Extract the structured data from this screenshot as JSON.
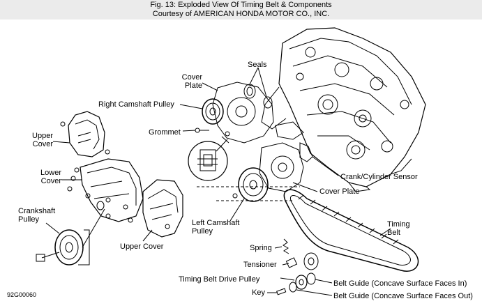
{
  "header": {
    "title": "Fig. 13: Exploded View Of Timing Belt & Components",
    "courtesy": "Courtesy of AMERICAN HONDA MOTOR CO., INC."
  },
  "labels": {
    "seals": "Seals",
    "cover_plate_top_line1": "Cover",
    "cover_plate_top_line2": "Plate",
    "right_camshaft_pulley": "Right Camshaft Pulley",
    "grommet": "Grommet",
    "upper_cover_left_line1": "Upper",
    "upper_cover_left_line2": "Cover",
    "lower_cover_line1": "Lower",
    "lower_cover_line2": "Cover",
    "crankshaft_pulley_line1": "Crankshaft",
    "crankshaft_pulley_line2": "Pulley",
    "upper_cover_bottom": "Upper Cover",
    "crank_cylinder_sensor": "Crank/Cylinder Sensor",
    "cover_plate_right": "Cover Plate",
    "left_camshaft_pulley_line1": "Left Camshaft",
    "left_camshaft_pulley_line2": "Pulley",
    "timing_belt_line1": "Timing",
    "timing_belt_line2": "Belt",
    "spring": "Spring",
    "tensioner": "Tensioner",
    "timing_belt_drive_pulley": "Timing Belt Drive Pulley",
    "belt_guide_in": "Belt Guide (Concave Surface Faces In)",
    "key": "Key",
    "belt_guide_out": "Belt Guide (Concave Surface Faces Out)"
  },
  "figure_id": "92G00060"
}
